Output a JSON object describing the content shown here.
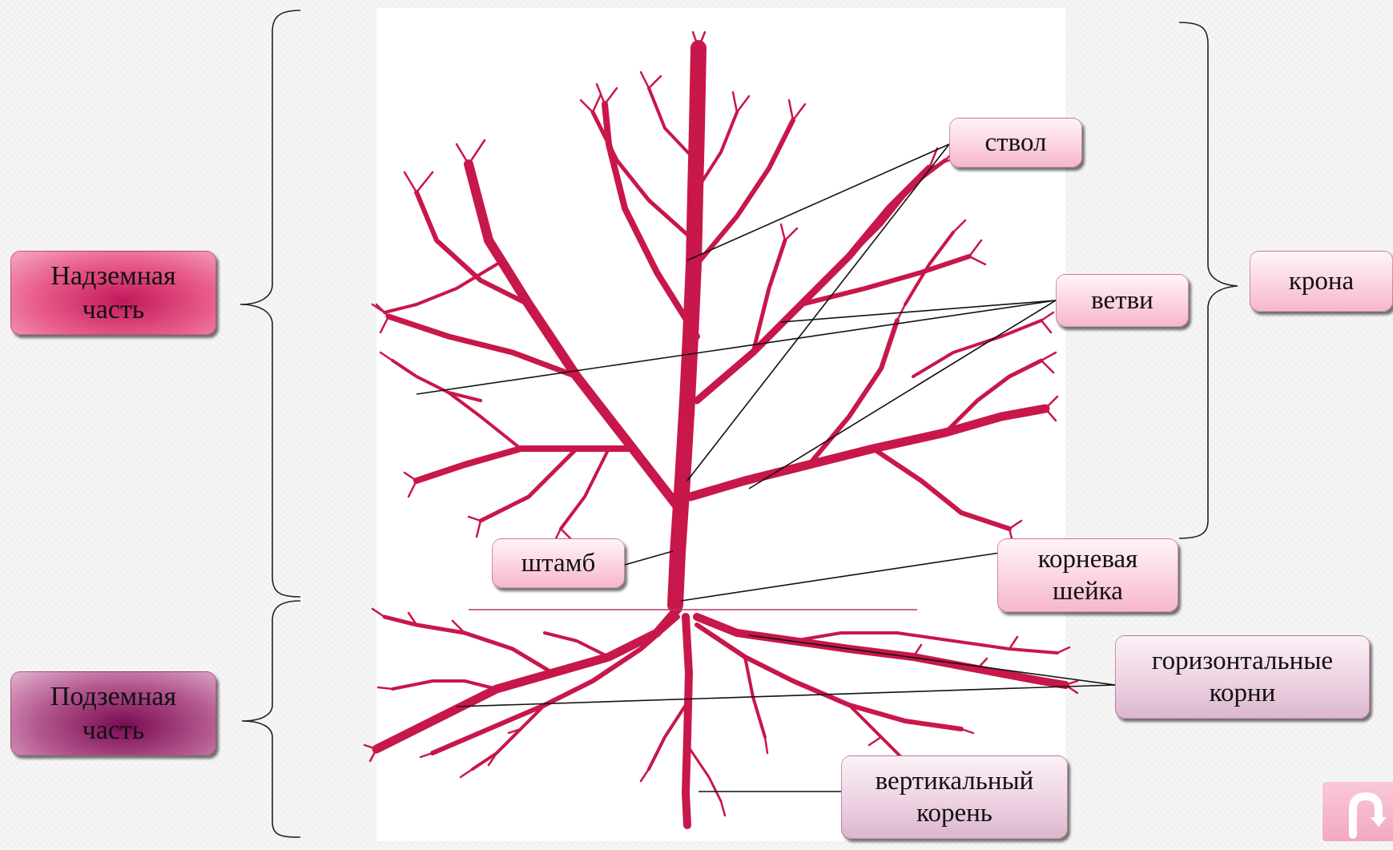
{
  "labels": {
    "above_ground": [
      "Надземная",
      "часть"
    ],
    "below_ground": [
      "Подземная",
      "часть"
    ],
    "trunk": "ствол",
    "crown": "крона",
    "branches": "ветви",
    "stem_base": "штамб",
    "root_collar": [
      "корневая",
      "шейка"
    ],
    "horizontal_roots": [
      "горизонтальные",
      "корни"
    ],
    "vertical_root": [
      "вертикальный",
      "корень"
    ]
  },
  "colors": {
    "tree": "#c8174a",
    "ground_line": "#b03a6b",
    "leader": "#111111"
  },
  "icons": {
    "nav": "u-turn-arrow-icon"
  }
}
